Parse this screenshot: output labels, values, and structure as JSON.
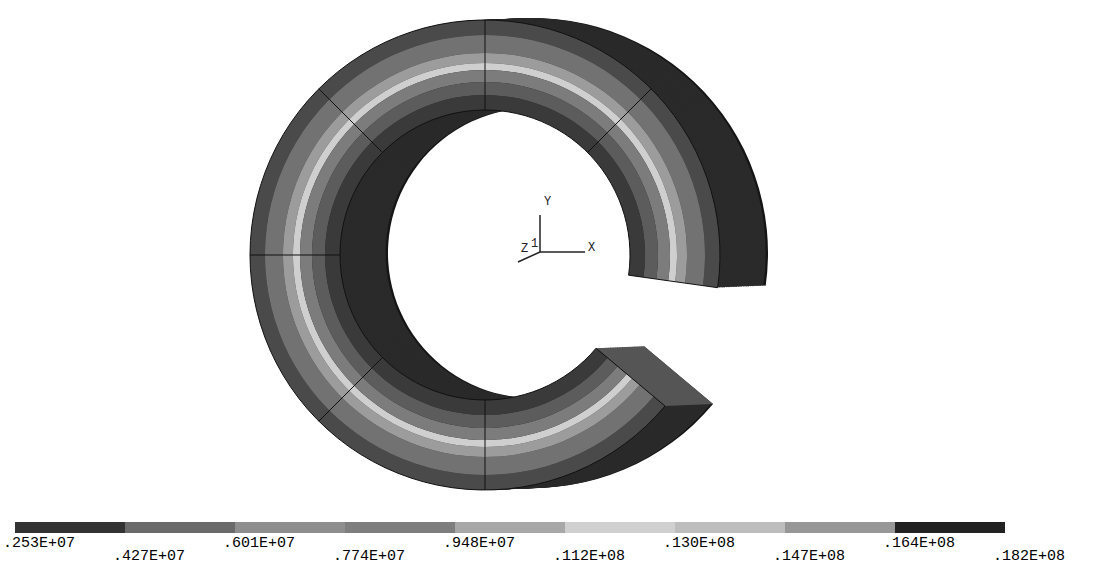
{
  "diagram": {
    "labels": [
      "Y",
      "Z",
      "1",
      "X",
      ".253E+07",
      ".427E+07",
      ".601E+07",
      ".774E+07",
      ".948E+07",
      ".112E+08",
      ".130E+08",
      ".147E+08",
      ".164E+08",
      ".182E+08"
    ]
  }
}
